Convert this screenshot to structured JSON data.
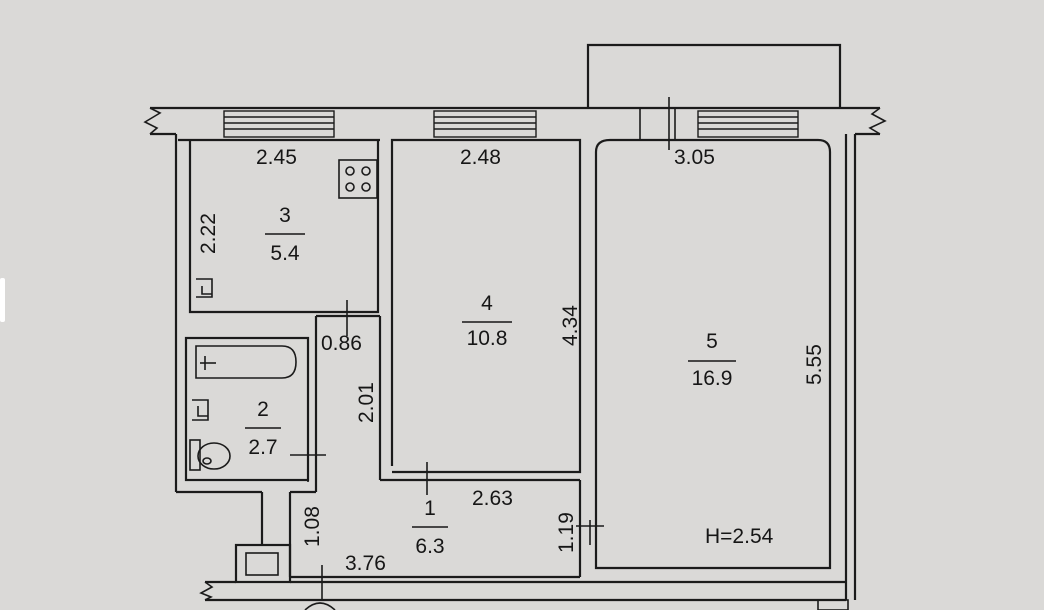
{
  "rooms": [
    {
      "number": "3",
      "area": "5.4"
    },
    {
      "number": "4",
      "area": "10.8"
    },
    {
      "number": "5",
      "area": "16.9"
    },
    {
      "number": "2",
      "area": "2.7"
    },
    {
      "number": "1",
      "area": "6.3"
    }
  ],
  "dimensions": {
    "kitchen_width": "2.45",
    "kitchen_depth": "2.22",
    "room4_width": "2.48",
    "room4_depth": "4.34",
    "room5_width": "3.05",
    "room5_depth": "5.55",
    "corridor_gap": "0.86",
    "corridor_length": "2.01",
    "hall_width": "2.63",
    "door_width": "1.19",
    "entry_depth": "1.08",
    "hall_length": "3.76"
  },
  "ceiling_height": "H=2.54",
  "icons": [
    "stove-icon",
    "bathtub-icon",
    "sink-icon",
    "toilet-icon",
    "kitchen-sink-icon"
  ]
}
